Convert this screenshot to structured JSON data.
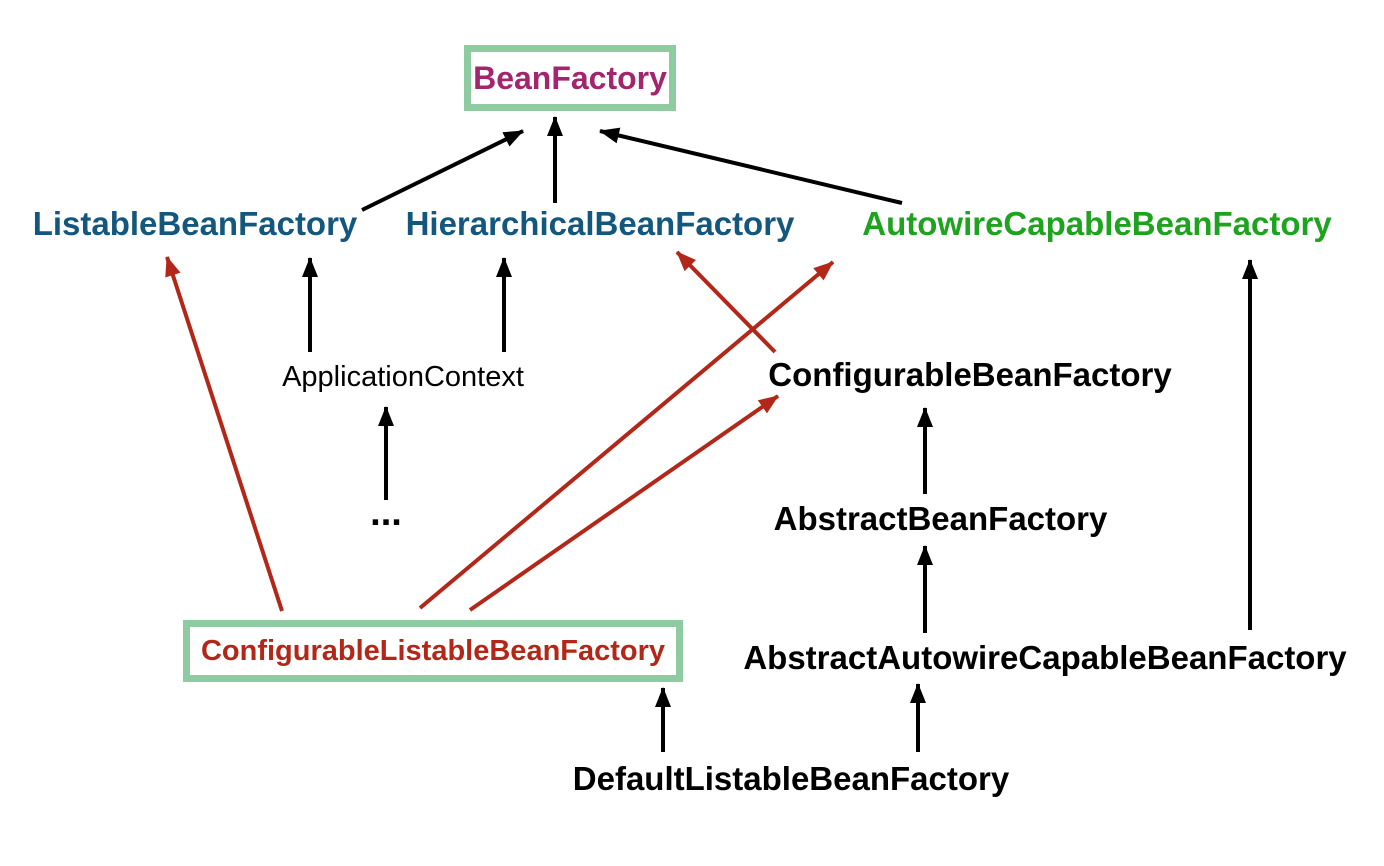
{
  "nodes": [
    {
      "id": "beanFactory",
      "label": "BeanFactory",
      "color": "magenta",
      "boxed": true
    },
    {
      "id": "listableBeanFactory",
      "label": "ListableBeanFactory",
      "color": "blue",
      "boxed": false
    },
    {
      "id": "hierarchicalBeanFactory",
      "label": "HierarchicalBeanFactory",
      "color": "blue",
      "boxed": false
    },
    {
      "id": "autowireCapableBeanFactory",
      "label": "AutowireCapableBeanFactory",
      "color": "green",
      "boxed": false
    },
    {
      "id": "applicationContext",
      "label": "ApplicationContext",
      "color": "black",
      "boxed": false
    },
    {
      "id": "configurableBeanFactory",
      "label": "ConfigurableBeanFactory",
      "color": "black",
      "boxed": false
    },
    {
      "id": "ellipsis",
      "label": "...",
      "color": "black",
      "boxed": false
    },
    {
      "id": "abstractBeanFactory",
      "label": "AbstractBeanFactory",
      "color": "black",
      "boxed": false
    },
    {
      "id": "configurableListableBeanFactory",
      "label": "ConfigurableListableBeanFactory",
      "color": "red",
      "boxed": true
    },
    {
      "id": "abstractAutowireCapableBeanFactory",
      "label": "AbstractAutowireCapableBeanFactory",
      "color": "black",
      "boxed": false
    },
    {
      "id": "defaultListableBeanFactory",
      "label": "DefaultListableBeanFactory",
      "color": "black",
      "boxed": false
    }
  ],
  "edges": [
    {
      "id": "e1",
      "from": "listableBeanFactory",
      "to": "beanFactory",
      "color": "black"
    },
    {
      "id": "e2",
      "from": "hierarchicalBeanFactory",
      "to": "beanFactory",
      "color": "black"
    },
    {
      "id": "e3",
      "from": "autowireCapableBeanFactory",
      "to": "beanFactory",
      "color": "black"
    },
    {
      "id": "e4",
      "from": "applicationContext",
      "to": "listableBeanFactory",
      "color": "black"
    },
    {
      "id": "e5",
      "from": "applicationContext",
      "to": "hierarchicalBeanFactory",
      "color": "black"
    },
    {
      "id": "e6",
      "from": "ellipsis",
      "to": "applicationContext",
      "color": "black"
    },
    {
      "id": "e7",
      "from": "abstractBeanFactory",
      "to": "configurableBeanFactory",
      "color": "black"
    },
    {
      "id": "e8",
      "from": "abstractAutowireCapableBeanFactory",
      "to": "abstractBeanFactory",
      "color": "black"
    },
    {
      "id": "e9",
      "from": "abstractAutowireCapableBeanFactory",
      "to": "autowireCapableBeanFactory",
      "color": "black"
    },
    {
      "id": "e10",
      "from": "defaultListableBeanFactory",
      "to": "configurableListableBeanFactory",
      "color": "black"
    },
    {
      "id": "e11",
      "from": "defaultListableBeanFactory",
      "to": "abstractAutowireCapableBeanFactory",
      "color": "black"
    },
    {
      "id": "r1",
      "from": "configurableListableBeanFactory",
      "to": "listableBeanFactory",
      "color": "red"
    },
    {
      "id": "r2",
      "from": "configurableListableBeanFactory",
      "to": "autowireCapableBeanFactory",
      "color": "red"
    },
    {
      "id": "r3",
      "from": "configurableListableBeanFactory",
      "to": "configurableBeanFactory",
      "color": "red"
    },
    {
      "id": "r4",
      "from": "configurableBeanFactory",
      "to": "hierarchicalBeanFactory",
      "color": "red"
    }
  ],
  "colors": {
    "black": "#000000",
    "red": "#B32718",
    "blue": "#14577E",
    "green": "#1EA31E",
    "magenta": "#A3256E",
    "box_green": "#8FCBA0"
  }
}
